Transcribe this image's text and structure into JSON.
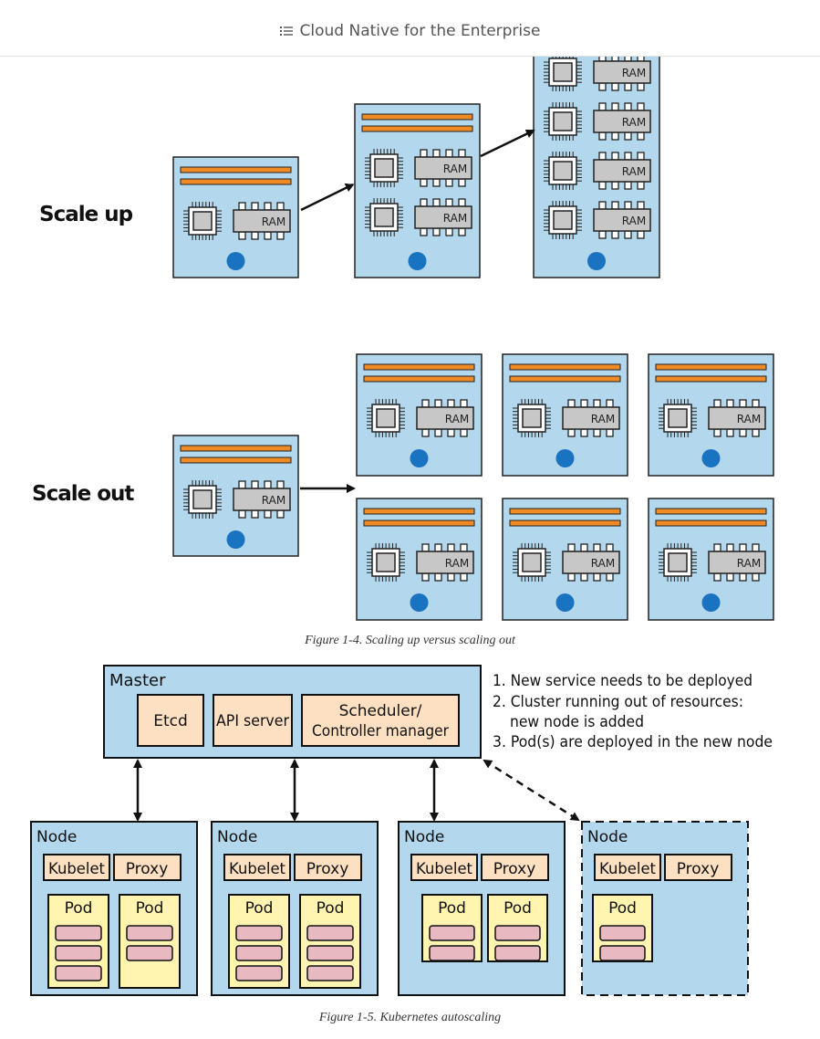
{
  "header": {
    "title": "Cloud Native for the Enterprise",
    "toc_icon": "list-icon"
  },
  "figure4": {
    "scale_up_label": "Scale up",
    "scale_out_label": "Scale out",
    "ram_label": "RAM",
    "caption": "Figure 1-4. Scaling up versus scaling out"
  },
  "figure5": {
    "master": {
      "label": "Master",
      "components": [
        "Etcd",
        "API server",
        "Scheduler/",
        "Controller manager"
      ]
    },
    "notes": [
      "1. New service needs to be deployed",
      "2. Cluster running out of resources:",
      "new node is added",
      "3. Pod(s) are deployed in the new node"
    ],
    "node_label": "Node",
    "kubelet_label": "Kubelet",
    "proxy_label": "Proxy",
    "pod_label": "Pod",
    "caption": "Figure 1-5. Kubernetes autoscaling"
  },
  "colors": {
    "server_fill": "#b3d7ec",
    "bar_orange": "#ef8a25",
    "led_blue": "#1a73c1",
    "chip_gray": "#c7c7c7",
    "master_fill": "#b3d7ec",
    "component_fill": "#fde0c2",
    "pod_fill": "#fff4b0",
    "container_fill": "#e9b9c2"
  }
}
